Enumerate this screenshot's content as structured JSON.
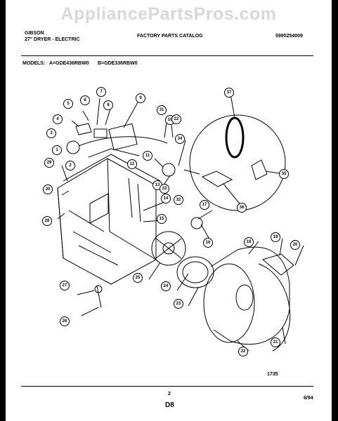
{
  "watermark": "AppliancePartsPros.com",
  "header": {
    "brand": "GIBSON",
    "product": "27\" DRYER - ELECTRIC",
    "catalog": "FACTORY PARTS CATALOG",
    "doc_number": "5995254009",
    "models_label": "MODELS:",
    "model_a": "A=GDE436RBW0",
    "model_b": "B=GDE336RBW0"
  },
  "callouts": [
    "1",
    "2",
    "3",
    "4",
    "5",
    "6",
    "7",
    "8",
    "9",
    "10",
    "11",
    "12",
    "13",
    "14",
    "15",
    "16",
    "17",
    "18",
    "19",
    "20",
    "21",
    "22",
    "22",
    "23",
    "24",
    "25",
    "26",
    "27",
    "28",
    "29",
    "30",
    "31",
    "32",
    "33",
    "34",
    "35",
    "36",
    "37"
  ],
  "footer": {
    "code": "1735",
    "page": "2",
    "section": "D8",
    "date": "6/94"
  },
  "colors": {
    "background": "#000000",
    "page": "#ffffff",
    "ink": "#000000",
    "watermark": "#d8d8d8"
  }
}
